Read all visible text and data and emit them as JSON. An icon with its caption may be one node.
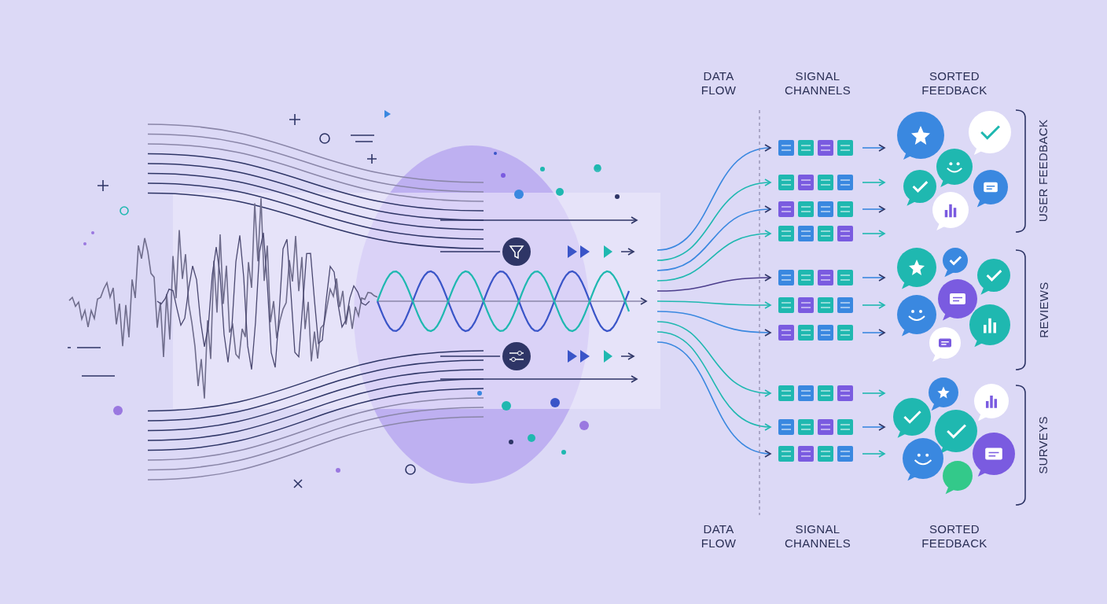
{
  "diagram": {
    "labels": [
      "DATA FLOW",
      "SIGNAL CHANNELS",
      "SORTED FEEDBACK",
      "USER FEEDBACK",
      "REVIEWS",
      "SURVEYS",
      "DATA FLOW",
      "SIGNAL CHANNELS",
      "SORTED FEEDBACK"
    ]
  }
}
